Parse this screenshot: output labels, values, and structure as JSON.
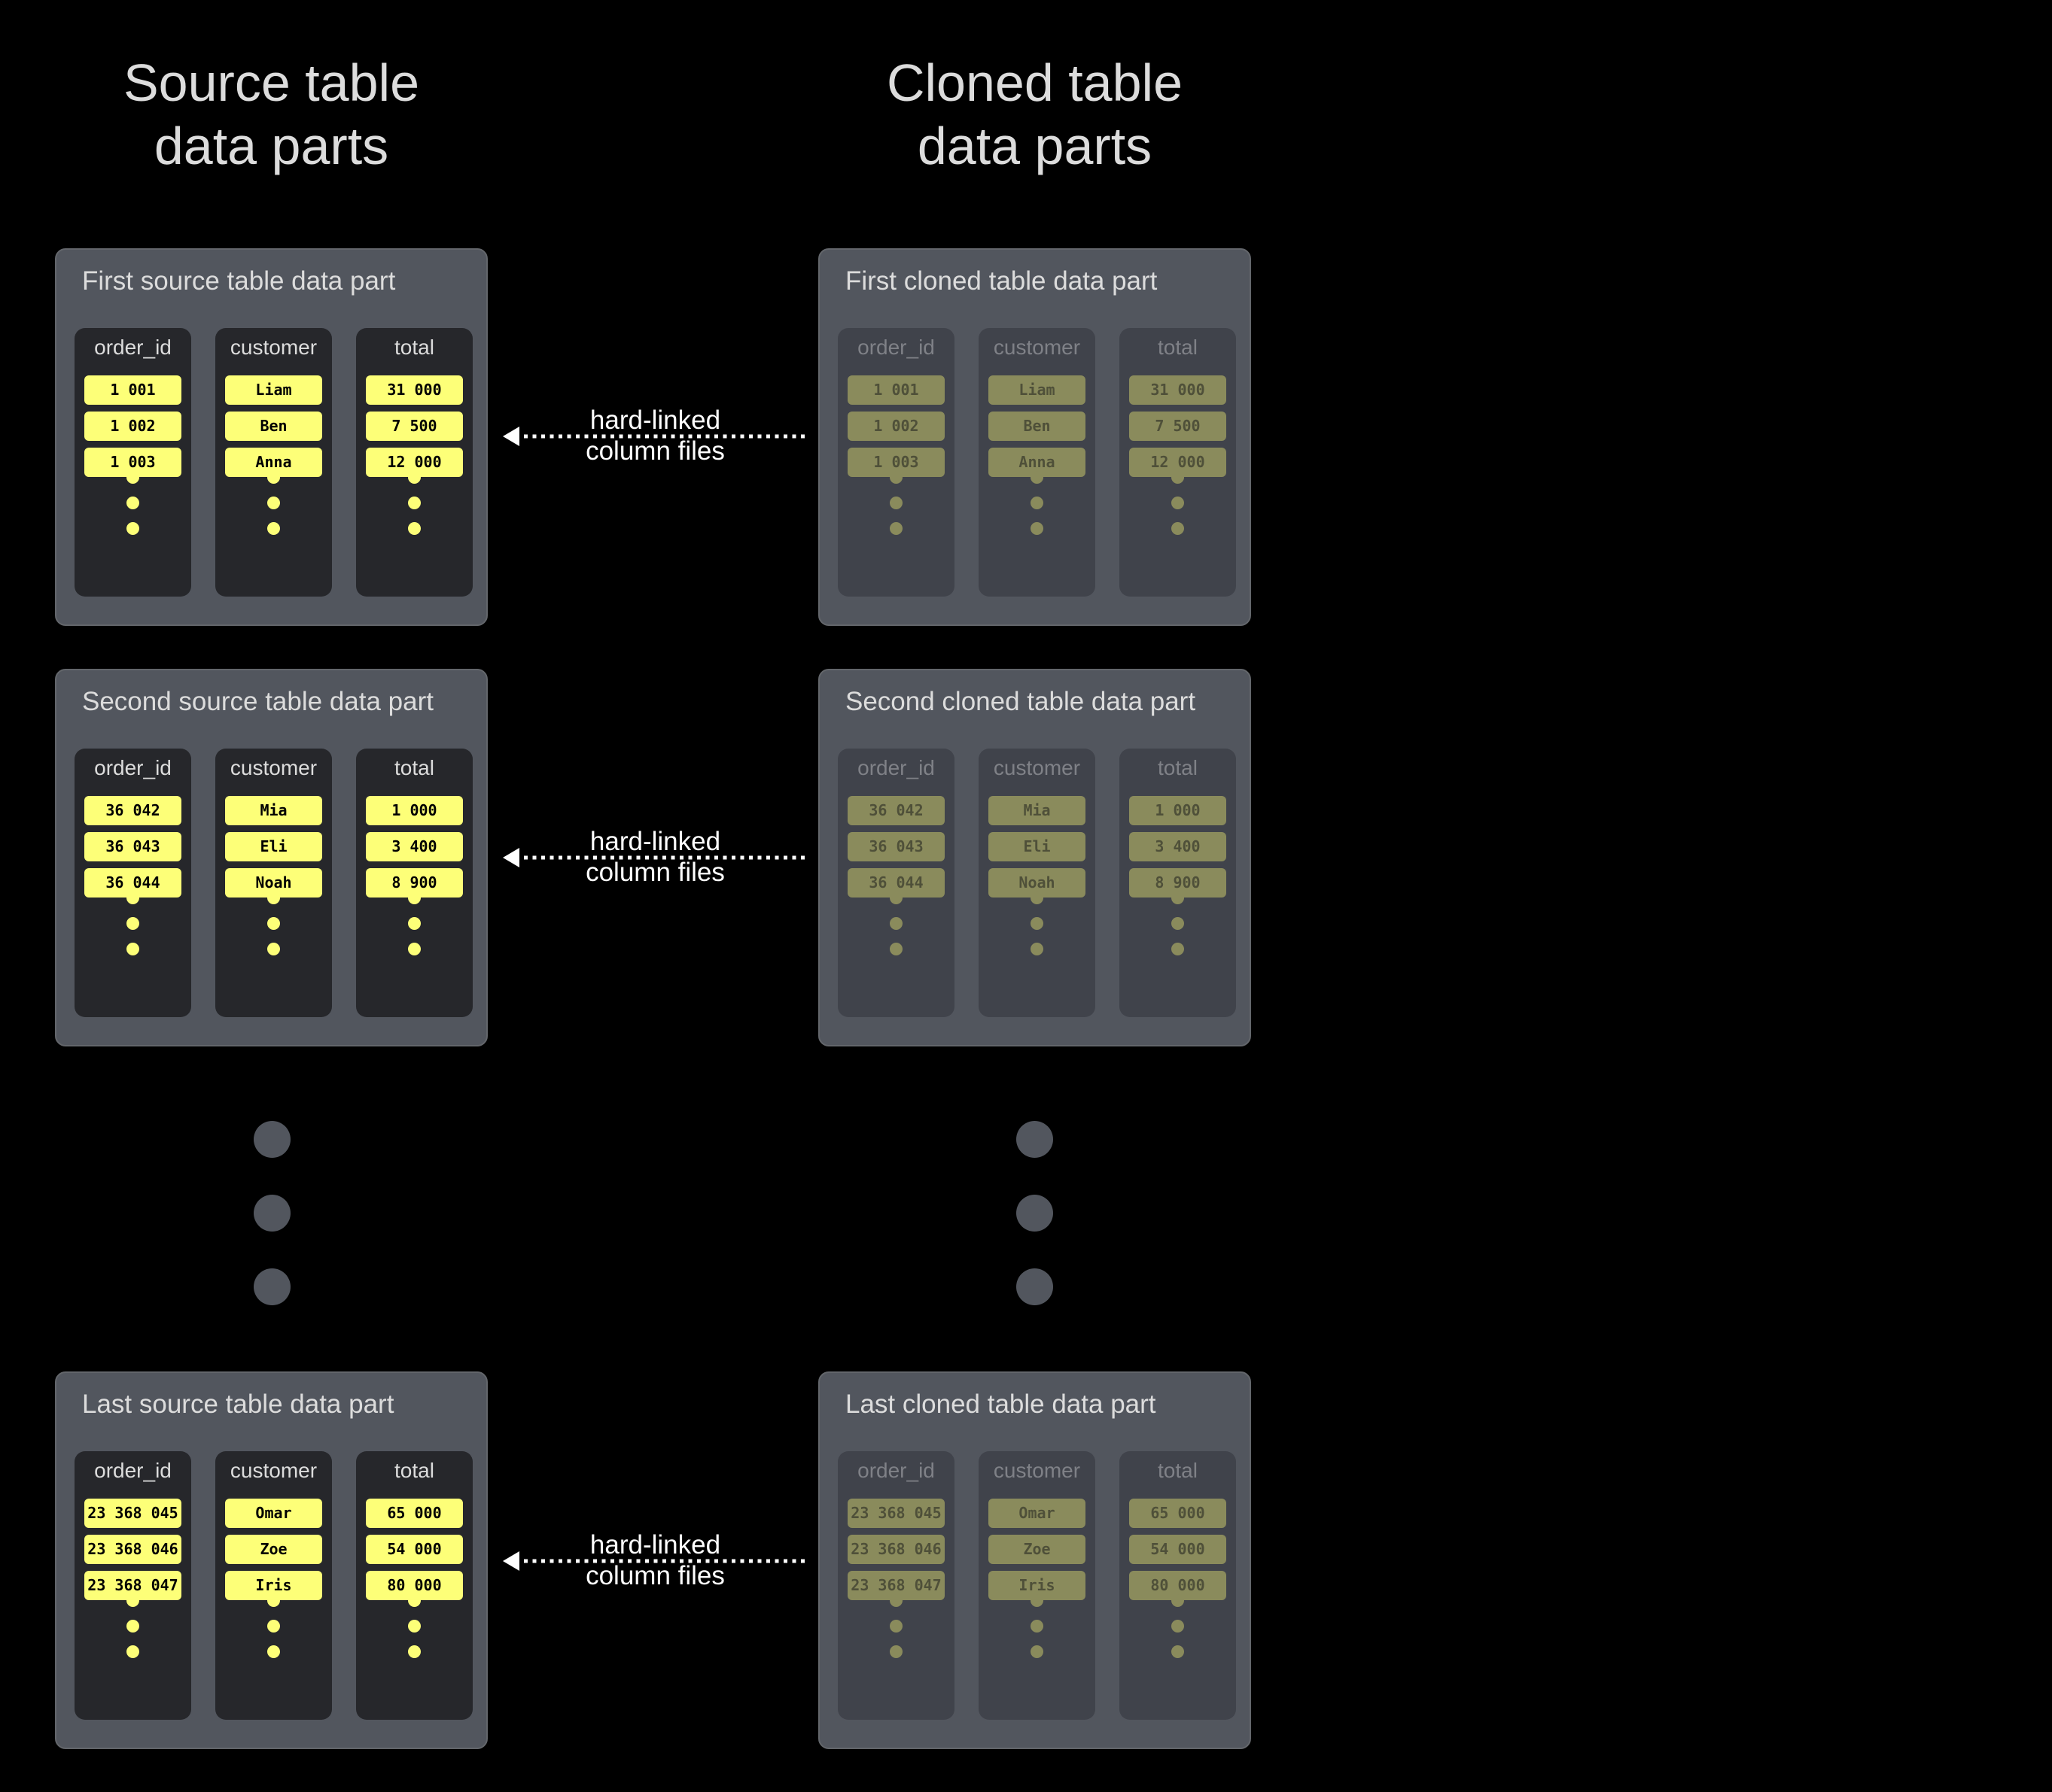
{
  "headings": {
    "source": [
      "Source table",
      "data parts"
    ],
    "cloned": [
      "Cloned table",
      "data parts"
    ]
  },
  "columns": [
    "order_id",
    "customer",
    "total"
  ],
  "link_label": [
    "hard-linked",
    "column files"
  ],
  "colors": {
    "background": "#000000",
    "part_bg": "#52565e",
    "source_column_bg": "#26272b",
    "cloned_column_bg": "#40434b",
    "source_cell": "#fdff78",
    "cloned_cell": "#8a8b5c",
    "ellipsis_dot": "#52565e"
  },
  "parts": [
    {
      "source_title": "First source table data part",
      "cloned_title": "First cloned table data part",
      "rows": {
        "order_id": [
          "1 001",
          "1 002",
          "1 003"
        ],
        "customer": [
          "Liam",
          "Ben",
          "Anna"
        ],
        "total": [
          "31 000",
          "7 500",
          "12 000"
        ]
      }
    },
    {
      "source_title": "Second source table data part",
      "cloned_title": "Second cloned table data part",
      "rows": {
        "order_id": [
          "36 042",
          "36 043",
          "36 044"
        ],
        "customer": [
          "Mia",
          "Eli",
          "Noah"
        ],
        "total": [
          "1 000",
          "3 400",
          "8 900"
        ]
      }
    },
    {
      "source_title": "Last source table data part",
      "cloned_title": "Last cloned table data part",
      "rows": {
        "order_id": [
          "23 368 045",
          "23 368 046",
          "23 368 047"
        ],
        "customer": [
          "Omar",
          "Zoe",
          "Iris"
        ],
        "total": [
          "65 000",
          "54 000",
          "80 000"
        ]
      }
    }
  ]
}
